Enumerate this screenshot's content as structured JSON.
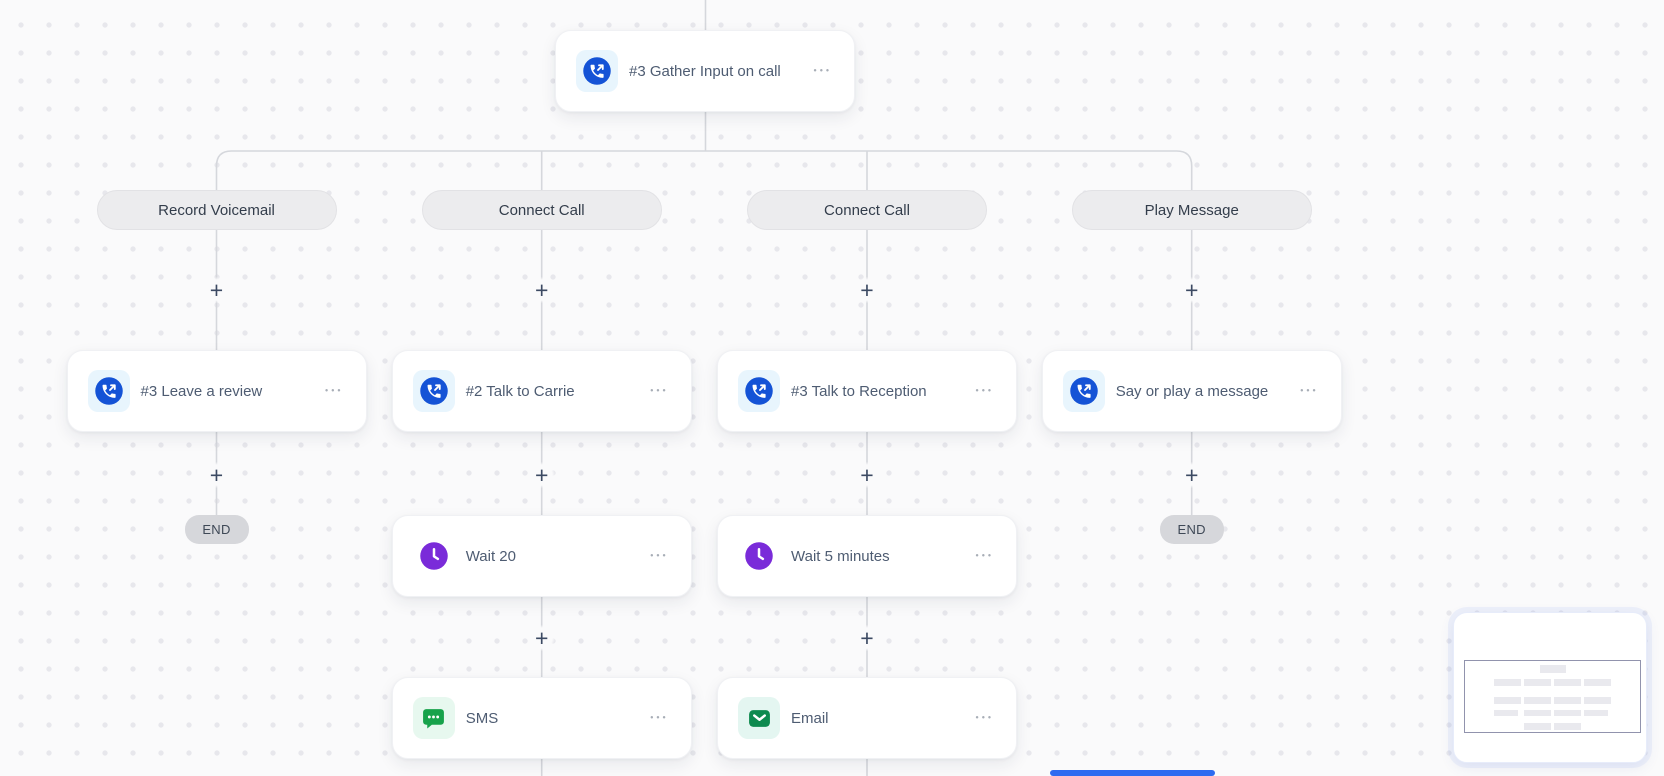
{
  "flow": {
    "top_node": {
      "title": "#3 Gather Input on call",
      "icon": "phone-call-icon"
    },
    "branch_labels": [
      "Record Voicemail",
      "Connect Call",
      "Connect Call",
      "Play Message"
    ],
    "action_nodes": [
      {
        "title": "#3 Leave a review",
        "icon": "phone-call-icon"
      },
      {
        "title": "#2 Talk to Carrie",
        "icon": "phone-call-icon"
      },
      {
        "title": "#3 Talk to Reception",
        "icon": "phone-call-icon"
      },
      {
        "title": "Say or play a message",
        "icon": "phone-call-icon"
      }
    ],
    "wait_nodes": [
      {
        "title": "Wait 20",
        "icon": "clock-icon"
      },
      {
        "title": "Wait 5 minutes",
        "icon": "clock-icon"
      }
    ],
    "channel_nodes": [
      {
        "title": "SMS",
        "icon": "sms-bubble-icon"
      },
      {
        "title": "Email",
        "icon": "email-icon"
      }
    ],
    "end_label": "END",
    "plus_glyph": "+",
    "menu_glyph": "•••"
  },
  "colors": {
    "canvas_bg": "#fafafb",
    "dot_grid": "#e7e7ec",
    "connector": "#d5d7dc",
    "phone_blue": "#1553d6",
    "phone_tile_bg": "#e8f5fd",
    "clock_purple": "#7a2bd9",
    "sms_green": "#17a24b",
    "sms_tile_bg": "#e7f8ef",
    "email_green": "#0e8a4f",
    "email_tile_bg": "#e4f6f1",
    "branch_pill_bg": "#ececee",
    "end_pill_bg": "#d6d7db",
    "scrollbar_blue": "#2e6bf0"
  }
}
